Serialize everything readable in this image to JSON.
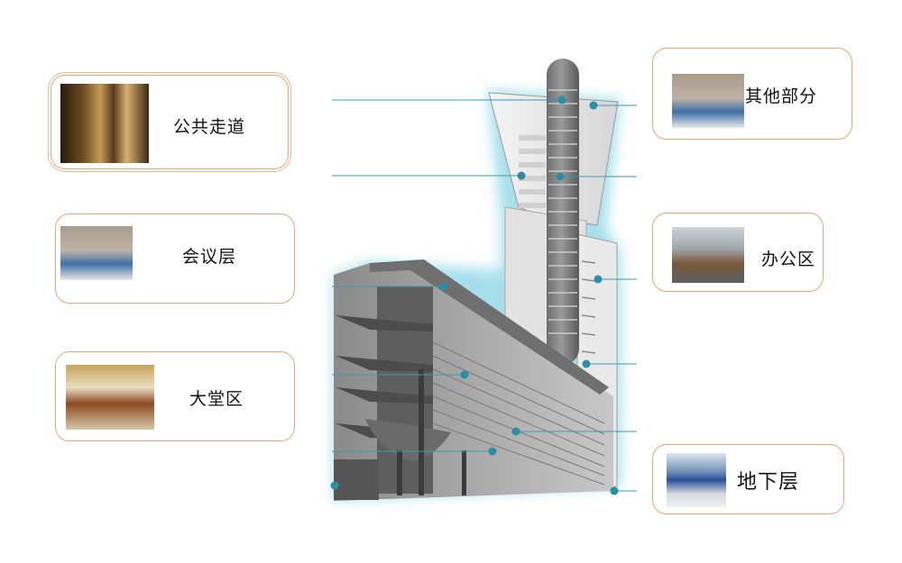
{
  "diagram": {
    "line_color": "#3a9bb0",
    "dot_color": "#2a8fa6",
    "card_border_color": "#f0a36e"
  },
  "left_cards": [
    {
      "label": "公共走道",
      "image": "corridor-photo"
    },
    {
      "label": "会议层",
      "image": "meeting-room-photo"
    },
    {
      "label": "大堂区",
      "image": "lobby-photo"
    }
  ],
  "right_cards": [
    {
      "label": "其他部分",
      "image": "conference-room-photo"
    },
    {
      "label": "办公区",
      "image": "office-photo"
    },
    {
      "label": "地下层",
      "image": "parking-garage-photo"
    }
  ]
}
